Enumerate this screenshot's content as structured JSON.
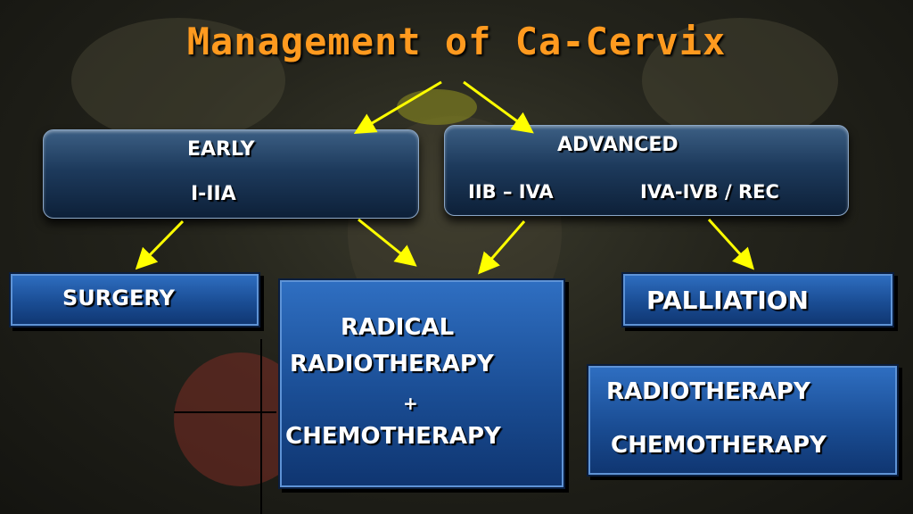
{
  "title": "Management of Ca-Cervix",
  "early": {
    "line1": "EARLY",
    "line2": "I-IIA"
  },
  "advanced": {
    "line1": "ADVANCED",
    "group1": "IIB – IVA",
    "group2": "IVA-IVB / REC"
  },
  "surgery": "SURGERY",
  "radical": {
    "line1": "RADICAL",
    "line2": "RADIOTHERAPY",
    "plus": "+",
    "line3": "CHEMOTHERAPY"
  },
  "palliation": "PALLIATION",
  "palliative": {
    "line1": "RADIOTHERAPY",
    "line2": "CHEMOTHERAPY"
  },
  "colors": {
    "title": "#ff9a1f",
    "arrow": "#ffff00",
    "box": "#1a4d94"
  }
}
